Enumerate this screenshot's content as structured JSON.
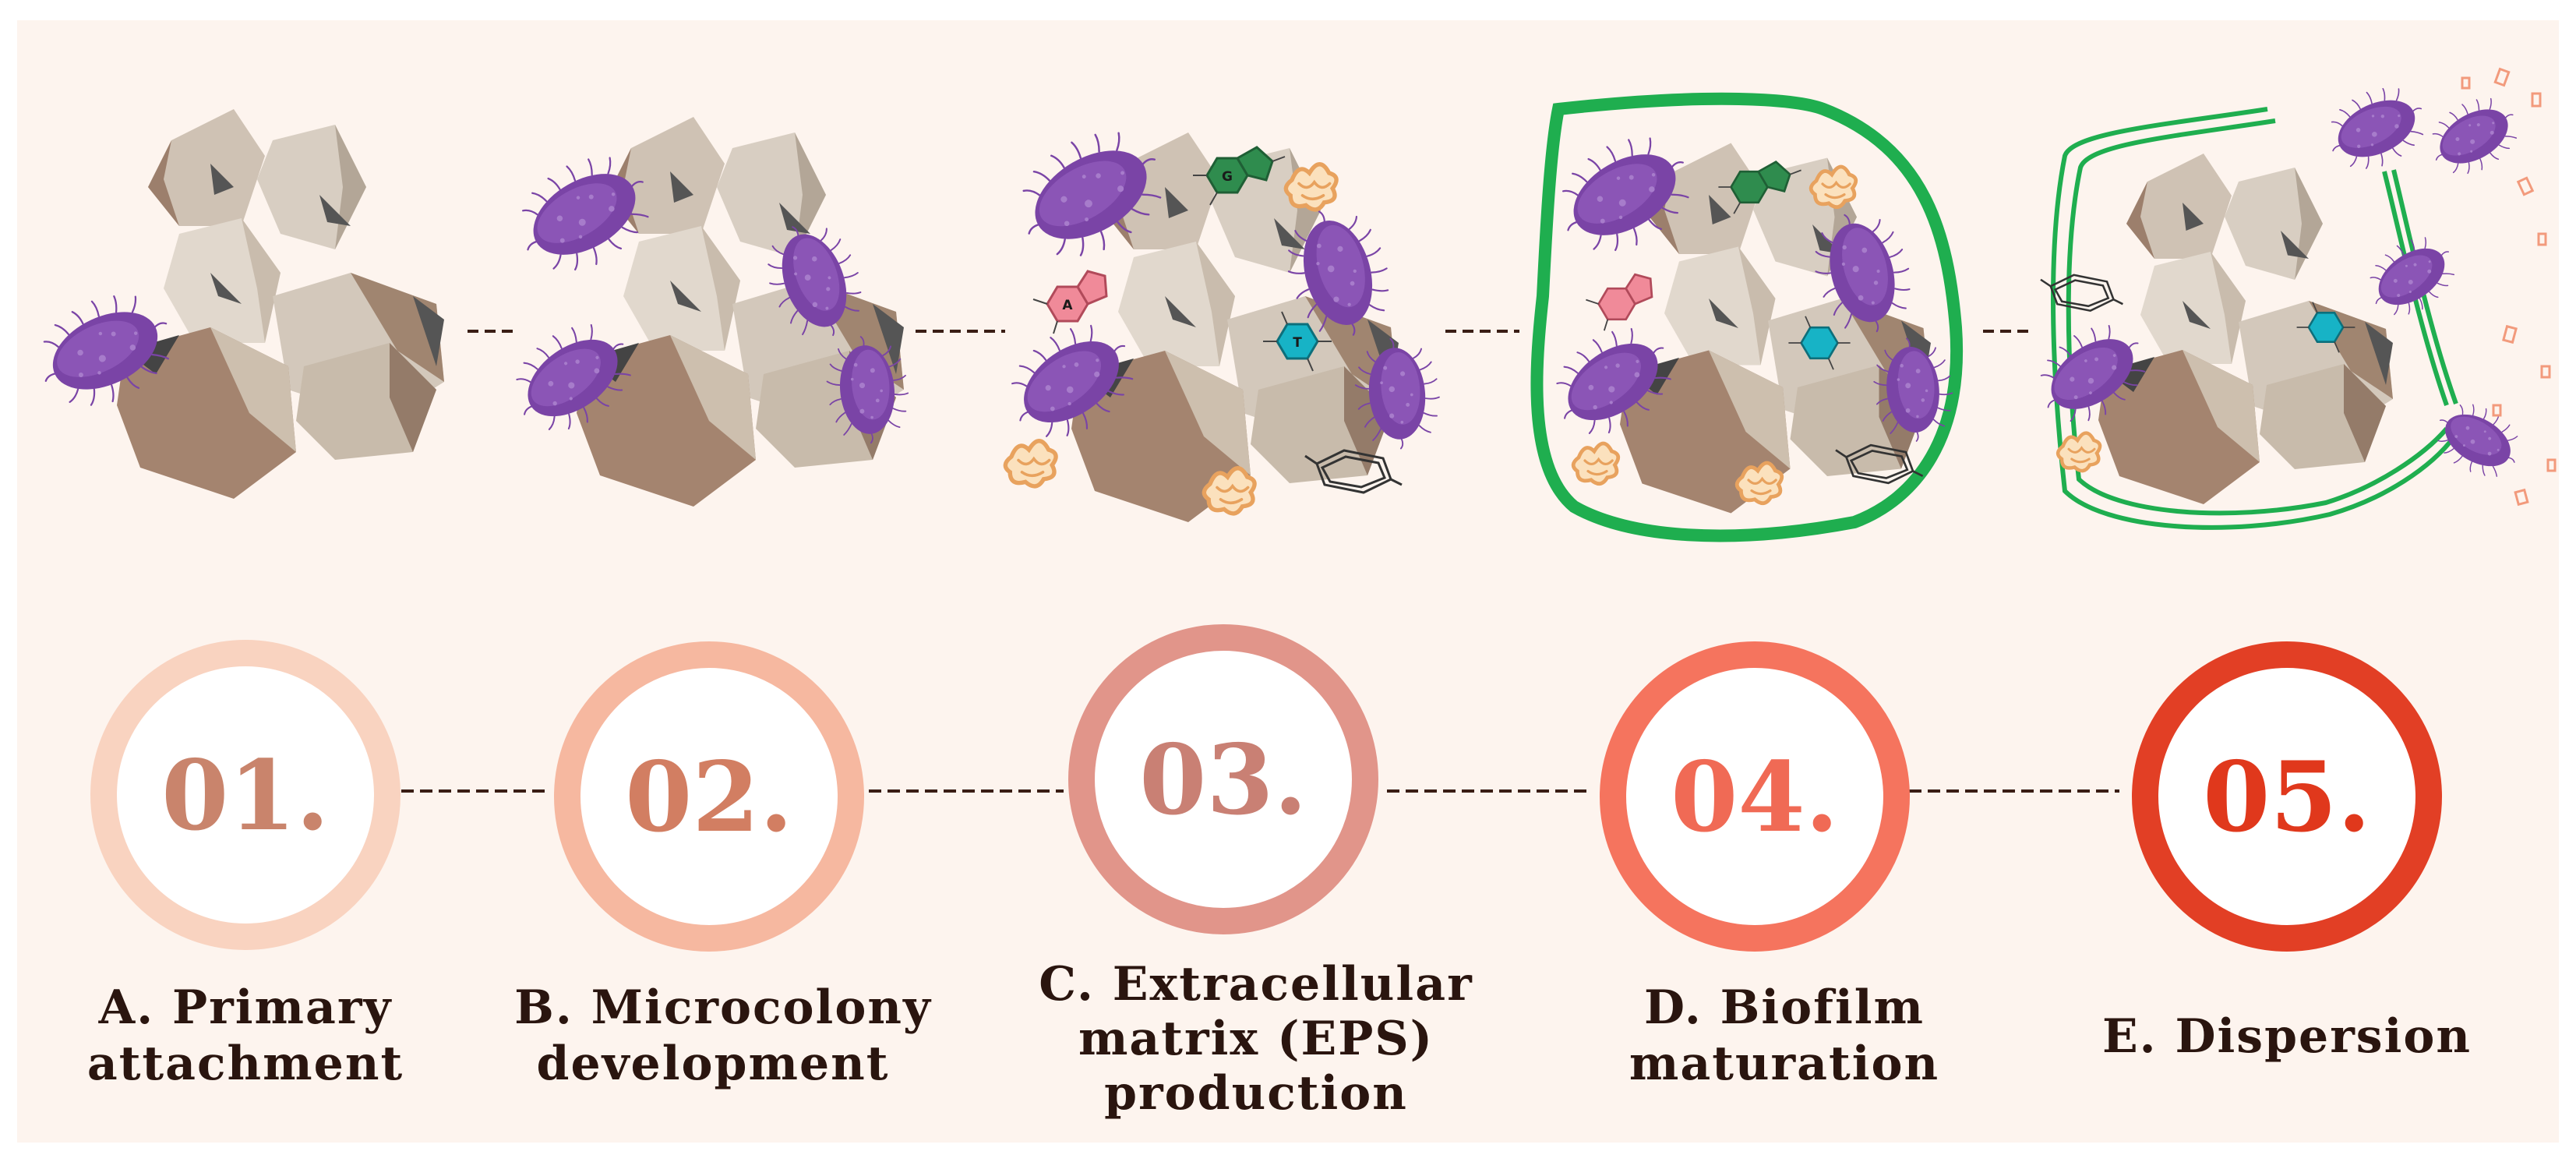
{
  "diagram": {
    "stages": [
      {
        "number": "01.",
        "label_lines": [
          "A. Primary",
          "attachment"
        ],
        "ring_color": "#f9d3c0",
        "number_color": "#c9846c"
      },
      {
        "number": "02.",
        "label_lines": [
          "B. Microcolony",
          "development"
        ],
        "ring_color": "#f6b8a0",
        "number_color": "#d27e62"
      },
      {
        "number": "03.",
        "label_lines": [
          "C. Extracellular",
          "matrix (EPS)",
          "production"
        ],
        "ring_color": "#e1958a",
        "number_color": "#c98074"
      },
      {
        "number": "04.",
        "label_lines": [
          "D. Biofilm",
          "maturation"
        ],
        "ring_color": "#f5745e",
        "number_color": "#f06a55"
      },
      {
        "number": "05.",
        "label_lines": [
          "E. Dispersion"
        ],
        "ring_color": "#e23f25",
        "number_color": "#e0381c"
      }
    ],
    "nucleobases": [
      "G",
      "A",
      "T"
    ],
    "colors": {
      "background": "#fdf4ee",
      "bacteria": "#7a44a6",
      "biofilm_outline": "#1fae4f",
      "rock_light": "#ddd4c8",
      "rock_dark": "#9b8070",
      "connector": "#3a1d14"
    }
  }
}
